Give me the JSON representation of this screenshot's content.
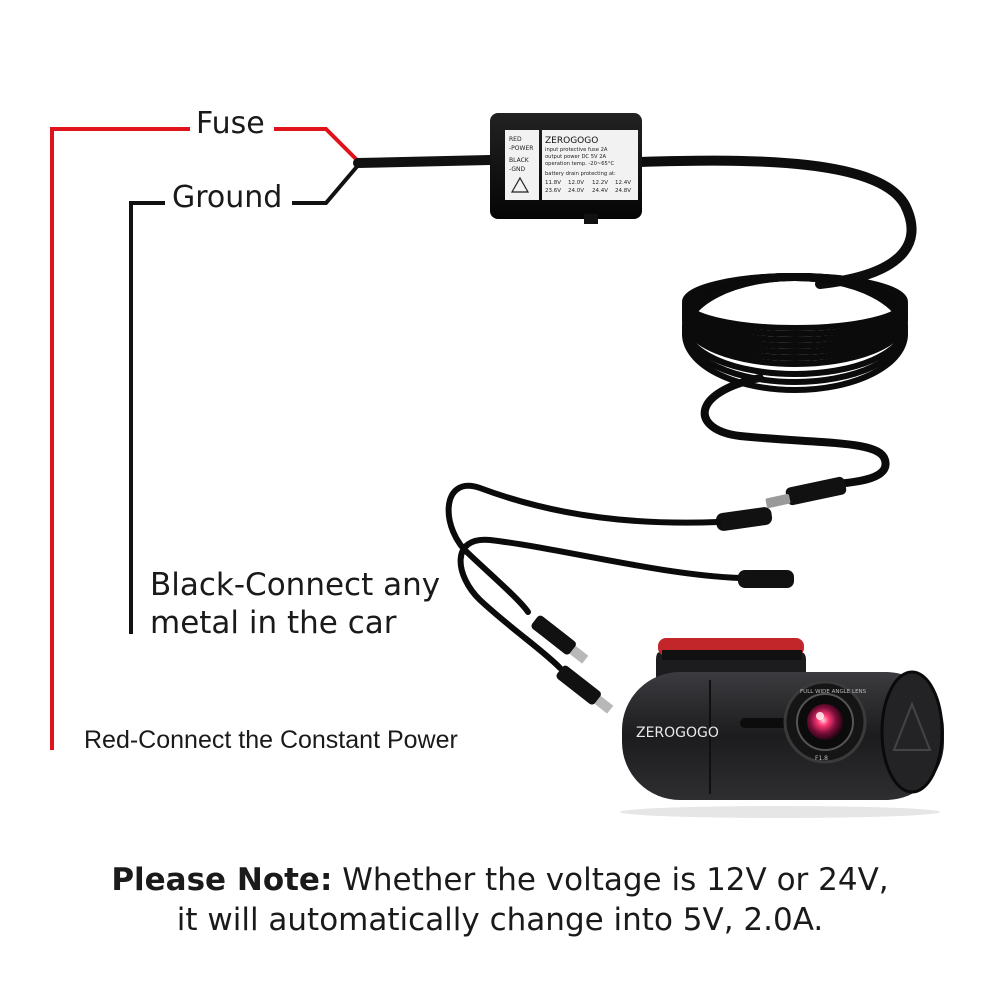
{
  "labels": {
    "fuse": "Fuse",
    "ground": "Ground",
    "black_connect_line1": "Black-Connect any",
    "black_connect_line2": "metal in the car",
    "red_connect": "Red-Connect the Constant Power"
  },
  "converter_box": {
    "brand": "ZEROGOGO",
    "left_text": [
      "RED",
      "-POWER",
      "BLACK",
      "-GND"
    ],
    "spec_lines": [
      "input protective fuse 2A",
      "output power DC 5V 2A",
      "operation temp. -20~65°C"
    ],
    "drain_heading": "battery drain protecting at:",
    "drain_row1": [
      "11.8V",
      "12.0V",
      "12.2V",
      "12.4V"
    ],
    "drain_row2": [
      "23.6V",
      "24.0V",
      "24.4V",
      "24.8V"
    ]
  },
  "camera": {
    "brand": "ZEROGOGO",
    "lens_ring_text": "FULL WIDE ANGLE LENS",
    "lens_spec": "F1.8"
  },
  "note": {
    "bold": "Please Note:",
    "line1_rest": " Whether the voltage is 12V or 24V,",
    "line2": "it will automatically change into 5V, 2.0A."
  },
  "colors": {
    "red_wire": "#e0121b",
    "black_wire": "#111111",
    "camera_body": "#2a2a2c",
    "camera_mount_accent": "#c2262b",
    "lens_glow": "#e3204f"
  }
}
